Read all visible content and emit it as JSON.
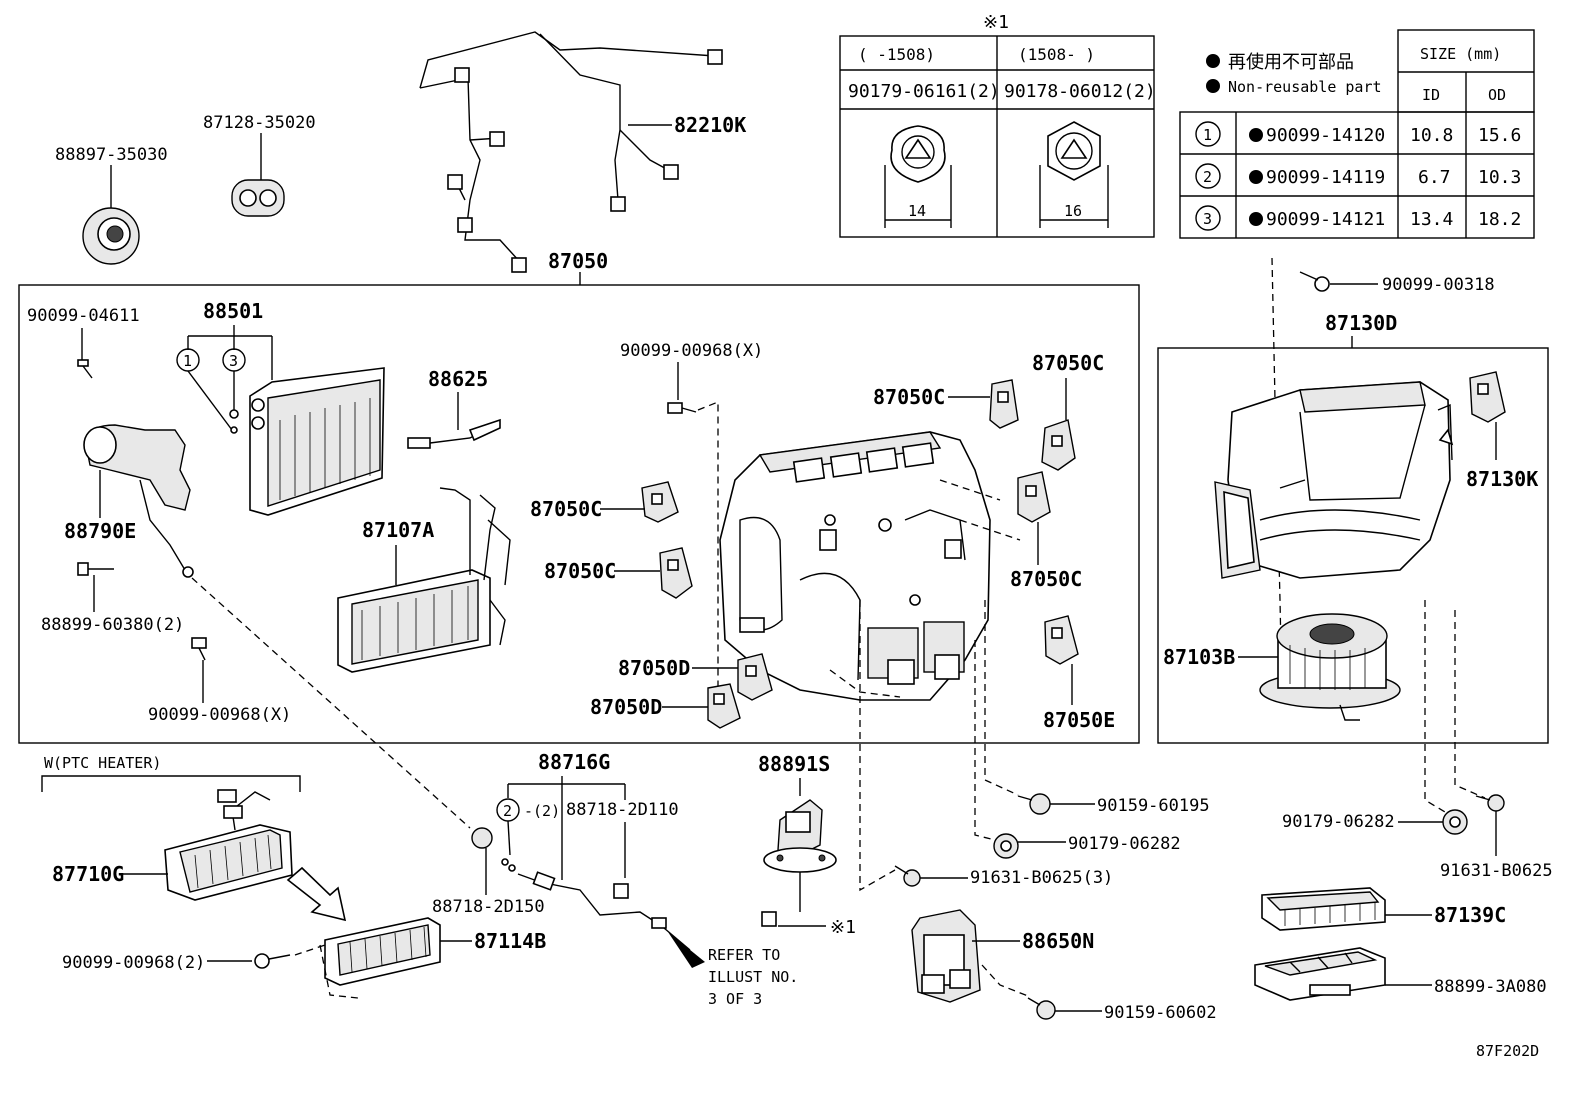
{
  "labels": {
    "p88897": "88897-35030",
    "p87128": "87128-35020",
    "p82210K": "82210K",
    "p87050": "87050",
    "p90099_04611": "90099-04611",
    "p88501": "88501",
    "p88625": "88625",
    "p90099_00968X_a": "90099-00968(X)",
    "p87050C_top1": "87050C",
    "p87050C_top2": "87050C",
    "p87050C_mid1": "87050C",
    "p87050C_mid2": "87050C",
    "p87050C_right": "87050C",
    "p88790E": "88790E",
    "p87107A": "87107A",
    "p88899_60380": "88899-60380(2)",
    "p90099_00968X_b": "90099-00968(X)",
    "p87050D_1": "87050D",
    "p87050D_2": "87050D",
    "p87050E": "87050E",
    "p90099_00318": "90099-00318",
    "p87130D": "87130D",
    "p87130K": "87130K",
    "p87103B": "87103B",
    "w_ptc": "W(PTC HEATER)",
    "p87710G": "87710G",
    "p90099_00968_2": "90099-00968(2)",
    "p87114B": "87114B",
    "p88716G": "88716G",
    "p88718_2D110": "88718-2D110",
    "p88718_2D150": "88718-2D150",
    "p2_qty": "-(2)",
    "refer1": "REFER TO",
    "refer2": "ILLUST NO.",
    "refer3": "3 OF 3",
    "p88891S": "88891S",
    "note1_ref": "※1",
    "p90159_60195": "90159-60195",
    "p90179_06282_a": "90179-06282",
    "p91631_B0625_3": "91631-B0625(3)",
    "p88650N": "88650N",
    "p90159_60602": "90159-60602",
    "p90179_06282_b": "90179-06282",
    "p91631_B0625": "91631-B0625",
    "p87139C": "87139C",
    "p88899_3A080": "88899-3A080",
    "figure_code": "87F202D"
  },
  "callout_circles": {
    "c1": "1",
    "c3": "3",
    "c2": "2"
  },
  "note_table": {
    "mark": "※1",
    "col1_header": "(    -1508)",
    "col2_header": "(1508-    )",
    "col1_part": "90179-06161(2)",
    "col2_part": "90178-06012(2)",
    "col1_dim": "14",
    "col2_dim": "16"
  },
  "size_table": {
    "legend_jp": "再使用不可部品",
    "legend_en": "Non-reusable part",
    "size_header": "SIZE (mm)",
    "id_header": "ID",
    "od_header": "OD",
    "rows": [
      {
        "no": "1",
        "part": "90099-14120",
        "id": "10.8",
        "od": "15.6"
      },
      {
        "no": "2",
        "part": "90099-14119",
        "id": "6.7",
        "od": "10.3"
      },
      {
        "no": "3",
        "part": "90099-14121",
        "id": "13.4",
        "od": "18.2"
      }
    ]
  }
}
